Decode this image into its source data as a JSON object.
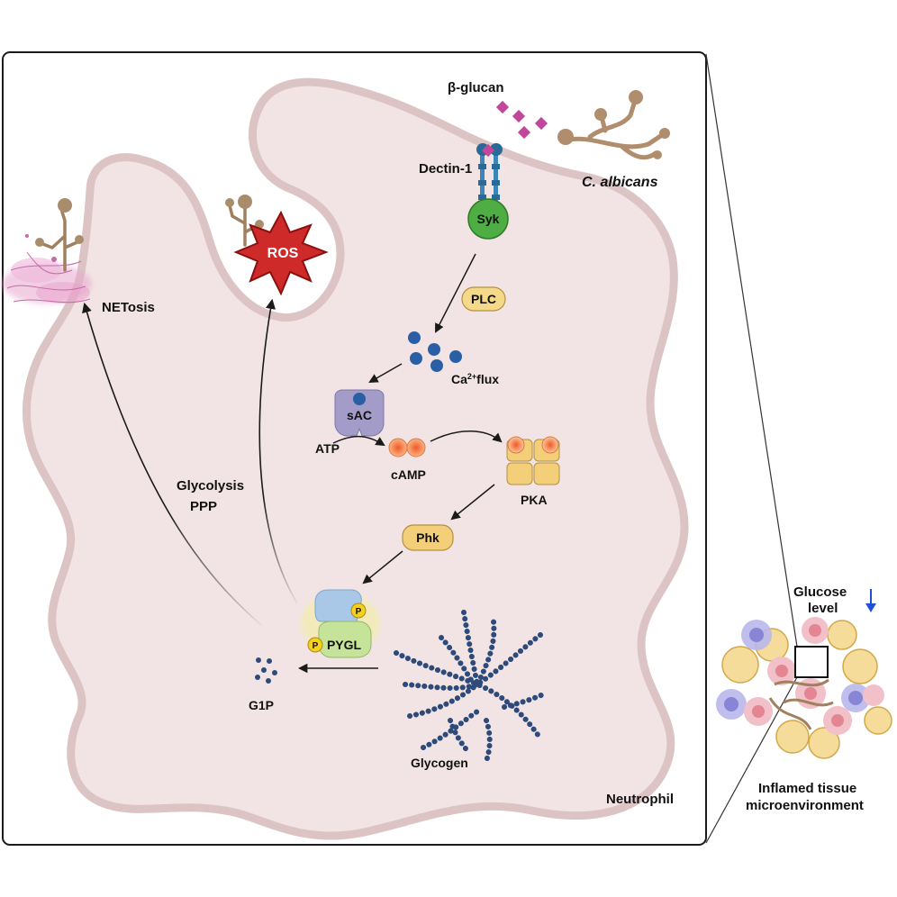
{
  "labels": {
    "beta_glucan": "β-glucan",
    "dectin": "Dectin-1",
    "c_albicans": "C. albicans",
    "syk": "Syk",
    "plc": "PLC",
    "ca_flux_prefix": "Ca",
    "ca_flux_sup": "2+",
    "ca_flux_suffix": "flux",
    "sac": "sAC",
    "atp": "ATP",
    "camp": "cAMP",
    "pka": "PKA",
    "phk": "Phk",
    "pygl": "PYGL",
    "p": "P",
    "g1p": "G1P",
    "glycogen": "Glycogen",
    "ros": "ROS",
    "netosis": "NETosis",
    "glycolysis": "Glycolysis",
    "ppp": "PPP",
    "neutrophil": "Neutrophil",
    "glucose_line1": "Glucose",
    "glucose_line2": "level",
    "tissue_line1": "Inflamed tissue",
    "tissue_line2": "microenvironment"
  },
  "icons": {
    "glucose_trend": "down-arrow-icon",
    "fungus": "fungus-hyphae-icon"
  },
  "colors": {
    "cell_fill": "#f2e4e4",
    "cell_border": "#dcc4c4",
    "syk": "#4fae43",
    "plc": "#f5d98a",
    "calcium": "#2a5fa6",
    "sac": "#a49cc8",
    "camp": "#f08a3a",
    "pka": "#f3cf7a",
    "ros": "#cf2a2a",
    "beta_glucan": "#c0479a",
    "glycogen": "#2d4a7a",
    "glucose_arrow": "#1f4fd8"
  }
}
